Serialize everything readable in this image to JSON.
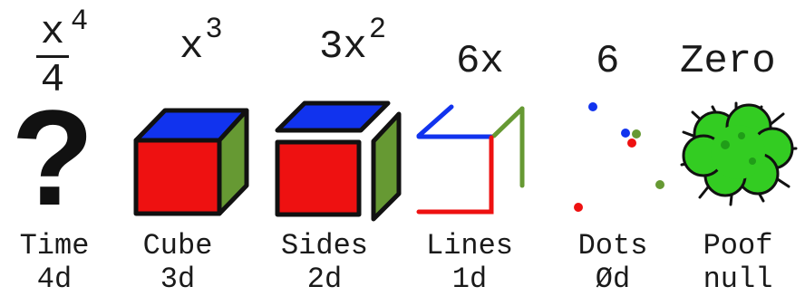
{
  "stages": [
    {
      "id": "time",
      "formula": {
        "kind": "fraction",
        "numerator": "x",
        "exponent": "4",
        "denominator": "4"
      },
      "name": "Time",
      "dimension": "4d"
    },
    {
      "id": "cube",
      "formula": {
        "kind": "power",
        "base": "x",
        "exponent": "3"
      },
      "name": "Cube",
      "dimension": "3d"
    },
    {
      "id": "sides",
      "formula": {
        "kind": "power",
        "base": "3x",
        "exponent": "2"
      },
      "name": "Sides",
      "dimension": "2d"
    },
    {
      "id": "lines",
      "formula": {
        "kind": "text",
        "text": "6x"
      },
      "name": "Lines",
      "dimension": "1d"
    },
    {
      "id": "dots",
      "formula": {
        "kind": "text",
        "text": "6"
      },
      "name": "Dots",
      "dimension": "Ød"
    },
    {
      "id": "poof",
      "formula": {
        "kind": "text",
        "text": "Zero"
      },
      "name": "Poof",
      "dimension": "null"
    }
  ],
  "icons": {
    "time": "question-mark-icon",
    "cube": "cube-icon",
    "sides": "exploded-cube-faces-icon",
    "lines": "cube-edges-icon",
    "dots": "cube-vertices-icon",
    "poof": "poof-cloud-icon"
  },
  "colors": {
    "red": "#ee1111",
    "blue": "#1133ee",
    "green": "#669933",
    "poof_green": "#33cc22",
    "ink": "#111111"
  }
}
